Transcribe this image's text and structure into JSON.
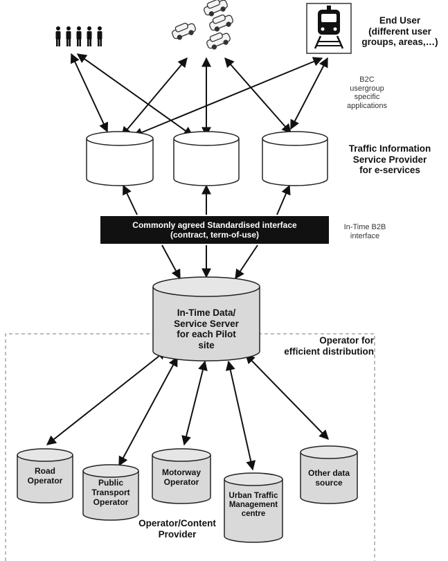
{
  "end_user": {
    "line1": "End User",
    "line2": "(different user",
    "line3": "groups, areas,…)"
  },
  "b2c": {
    "line1": "B2C",
    "line2": "usergroup",
    "line3": "specific",
    "line4": "applications"
  },
  "provider": {
    "line1": "Traffic Information",
    "line2": "Service Provider",
    "line3": "for e-services"
  },
  "interface": {
    "line1": "Commonly agreed Standardised interface",
    "line2": "(contract, term-of-use)"
  },
  "b2b": {
    "line1": "In-Time B2B",
    "line2": "interface"
  },
  "server": {
    "line1": "In-Time Data/",
    "line2": "Service Server",
    "line3": "for each Pilot",
    "line4": "site"
  },
  "operator_distribution": {
    "line1": "Operator for",
    "line2": "efficient distribution"
  },
  "sources": {
    "road": {
      "line1": "Road",
      "line2": "Operator"
    },
    "public_transport": {
      "line1": "Public",
      "line2": "Transport",
      "line3": "Operator"
    },
    "motorway": {
      "line1": "Motorway",
      "line2": "Operator"
    },
    "urban": {
      "line1": "Urban Traffic",
      "line2": "Management",
      "line3": "centre"
    },
    "other": {
      "line1": "Other data",
      "line2": "source"
    }
  },
  "content_provider": {
    "line1": "Operator/Content",
    "line2": "Provider"
  },
  "colors": {
    "cylinder_fill": "#d9d9d9",
    "interface_fill": "#111111",
    "stroke": "#222222"
  },
  "icons": [
    "people-icon",
    "cars-icon",
    "train-icon"
  ]
}
